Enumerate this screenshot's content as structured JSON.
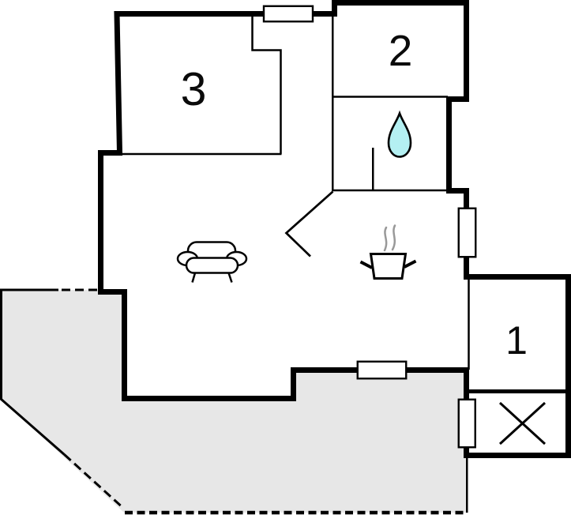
{
  "floor_plan": {
    "kind": "apartment-floor-plan",
    "room_labels": {
      "room1": "1",
      "room2": "2",
      "room3": "3"
    },
    "symbols": {
      "bathroom": "water-drop-icon",
      "kitchen": "cooking-pot-icon",
      "living_area": "sofa-icon",
      "utility": "x-cross-symbol"
    },
    "colors": {
      "walls": "#000000",
      "background": "#ffffff",
      "terrace_fill": "#e7e7e7",
      "water_drop_fill": "#b4f0f2",
      "steam_stroke": "#999999"
    }
  }
}
